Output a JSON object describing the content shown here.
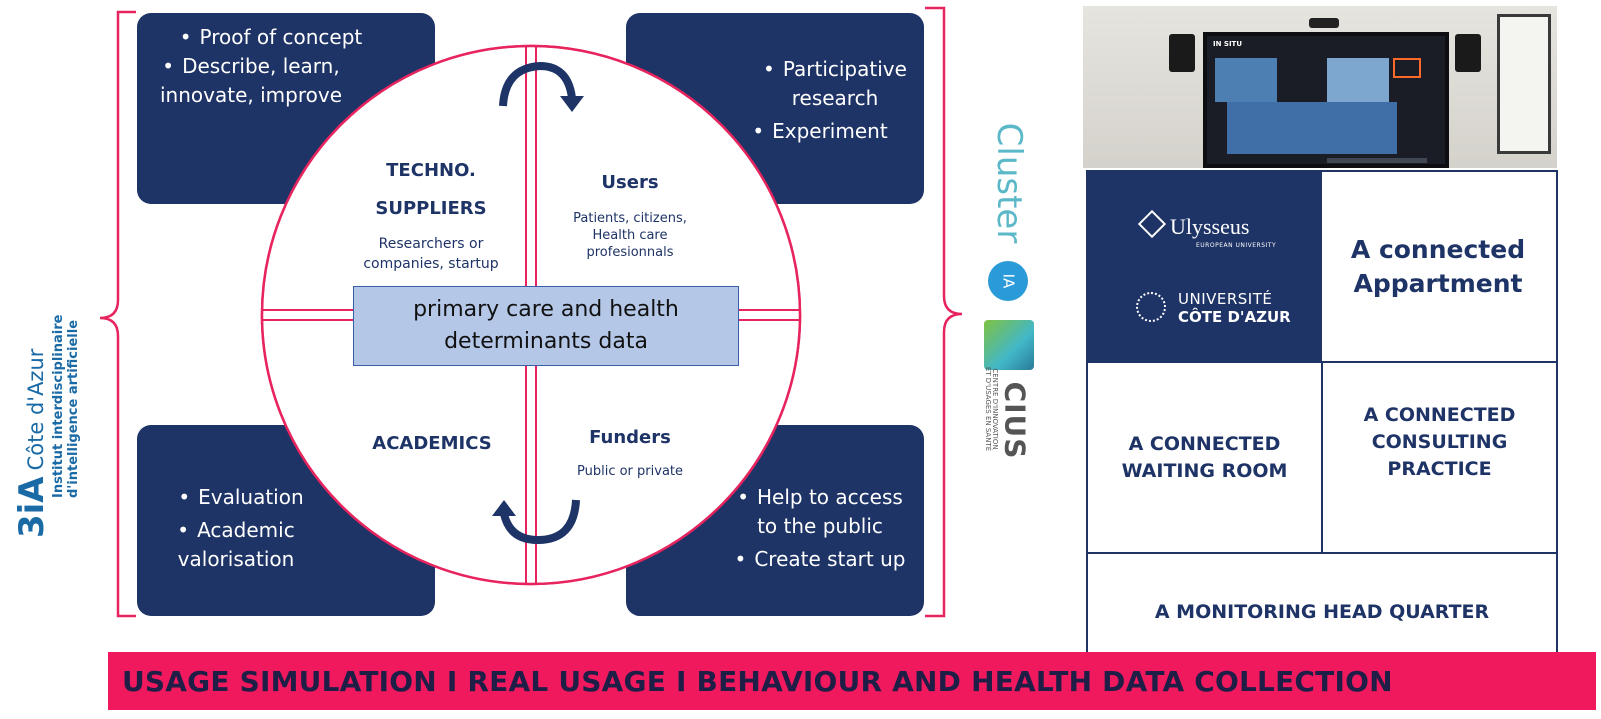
{
  "left_logo": {
    "brand": "3iA",
    "place": "Côte d'Azur",
    "line1": "Institut interdisciplinaire",
    "line2": "d'intelligence artificielle"
  },
  "boxes": {
    "top_left": [
      "Proof of concept",
      "Describe, learn, innovate, improve"
    ],
    "top_right": [
      "Participative research",
      "Experiment"
    ],
    "bottom_left": [
      "Evaluation",
      "Academic valorisation"
    ],
    "bottom_right": [
      "Help to access to the public",
      "Create start up"
    ]
  },
  "sectors": {
    "techno": {
      "title1": "TECHNO.",
      "title2": "SUPPLIERS",
      "sub1": "Researchers or",
      "sub2": "companies, startup"
    },
    "users": {
      "title": "Users",
      "sub1": "Patients, citizens,",
      "sub2": "Health care",
      "sub3": "profesionnals"
    },
    "academics": {
      "title": "ACADEMICS"
    },
    "funders": {
      "title": "Funders",
      "sub": "Public or private"
    }
  },
  "center_box": {
    "line1": "primary care and health",
    "line2": "determinants data"
  },
  "cluster_logo": {
    "text": "Cluster",
    "badge": "IA"
  },
  "cius_logo": {
    "text": "CIUS",
    "sub1": "CENTRE D'INNOVATION",
    "sub2": "ET D'USAGES EN SANTÉ"
  },
  "screen": {
    "label": "IN SITU"
  },
  "grid": {
    "ulysseus": "Ulysseus",
    "ulysseus_sub": "EUROPEAN UNIVERSITY",
    "uca1": "UNIVERSITÉ",
    "uca2": "CÔTE D'AZUR",
    "apartment1": "A connected",
    "apartment2": "Appartment",
    "waiting1": "A CONNECTED",
    "waiting2": "WAITING ROOM",
    "consult1": "A CONNECTED",
    "consult2": "CONSULTING",
    "consult3": "PRACTICE",
    "monitoring": "A MONITORING HEAD QUARTER"
  },
  "banner": {
    "text": "USAGE SIMULATION I REAL USAGE I BEHAVIOUR AND HEALTH DATA COLLECTION"
  },
  "colors": {
    "navy": "#1e3366",
    "pink": "#e8245e",
    "center": "#b4c7e7",
    "banner": "#f0195e"
  }
}
